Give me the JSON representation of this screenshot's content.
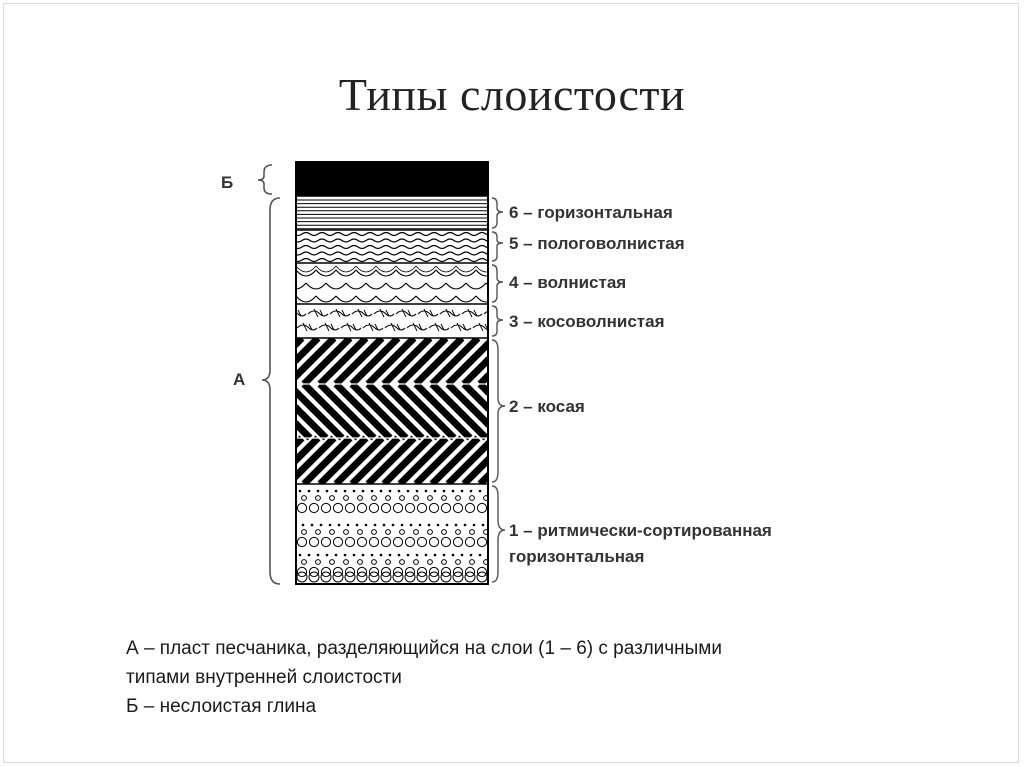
{
  "title": "Типы слоистости",
  "groups": {
    "b_letter": "Б",
    "a_letter": "А"
  },
  "layers": [
    {
      "number": "6",
      "label": "6 – горизонтальная",
      "pattern": "horizontal-lines"
    },
    {
      "number": "5",
      "label": "5 – пологоволнистая",
      "pattern": "gentle-waves"
    },
    {
      "number": "4",
      "label": "4 – волнистая",
      "pattern": "scallops"
    },
    {
      "number": "3",
      "label": "3 – косоволнистая",
      "pattern": "cross-wavy"
    },
    {
      "number": "2",
      "label": "2 – косая",
      "pattern": "herringbone-diagonal"
    },
    {
      "number": "1",
      "label_line1": "1 – ритмически-сортированная",
      "label_line2": "горизонтальная",
      "pattern": "circles-graded"
    }
  ],
  "clay_layer": {
    "pattern": "solid-black"
  },
  "caption": {
    "line1": "А – пласт песчаника, разделяющийся на слои (1 – 6) с различными",
    "line2": "типами внутренней слоистости",
    "line3": "Б – неслоистая глина"
  },
  "colors": {
    "ink": "#000000",
    "text": "#333333",
    "background": "#ffffff"
  }
}
